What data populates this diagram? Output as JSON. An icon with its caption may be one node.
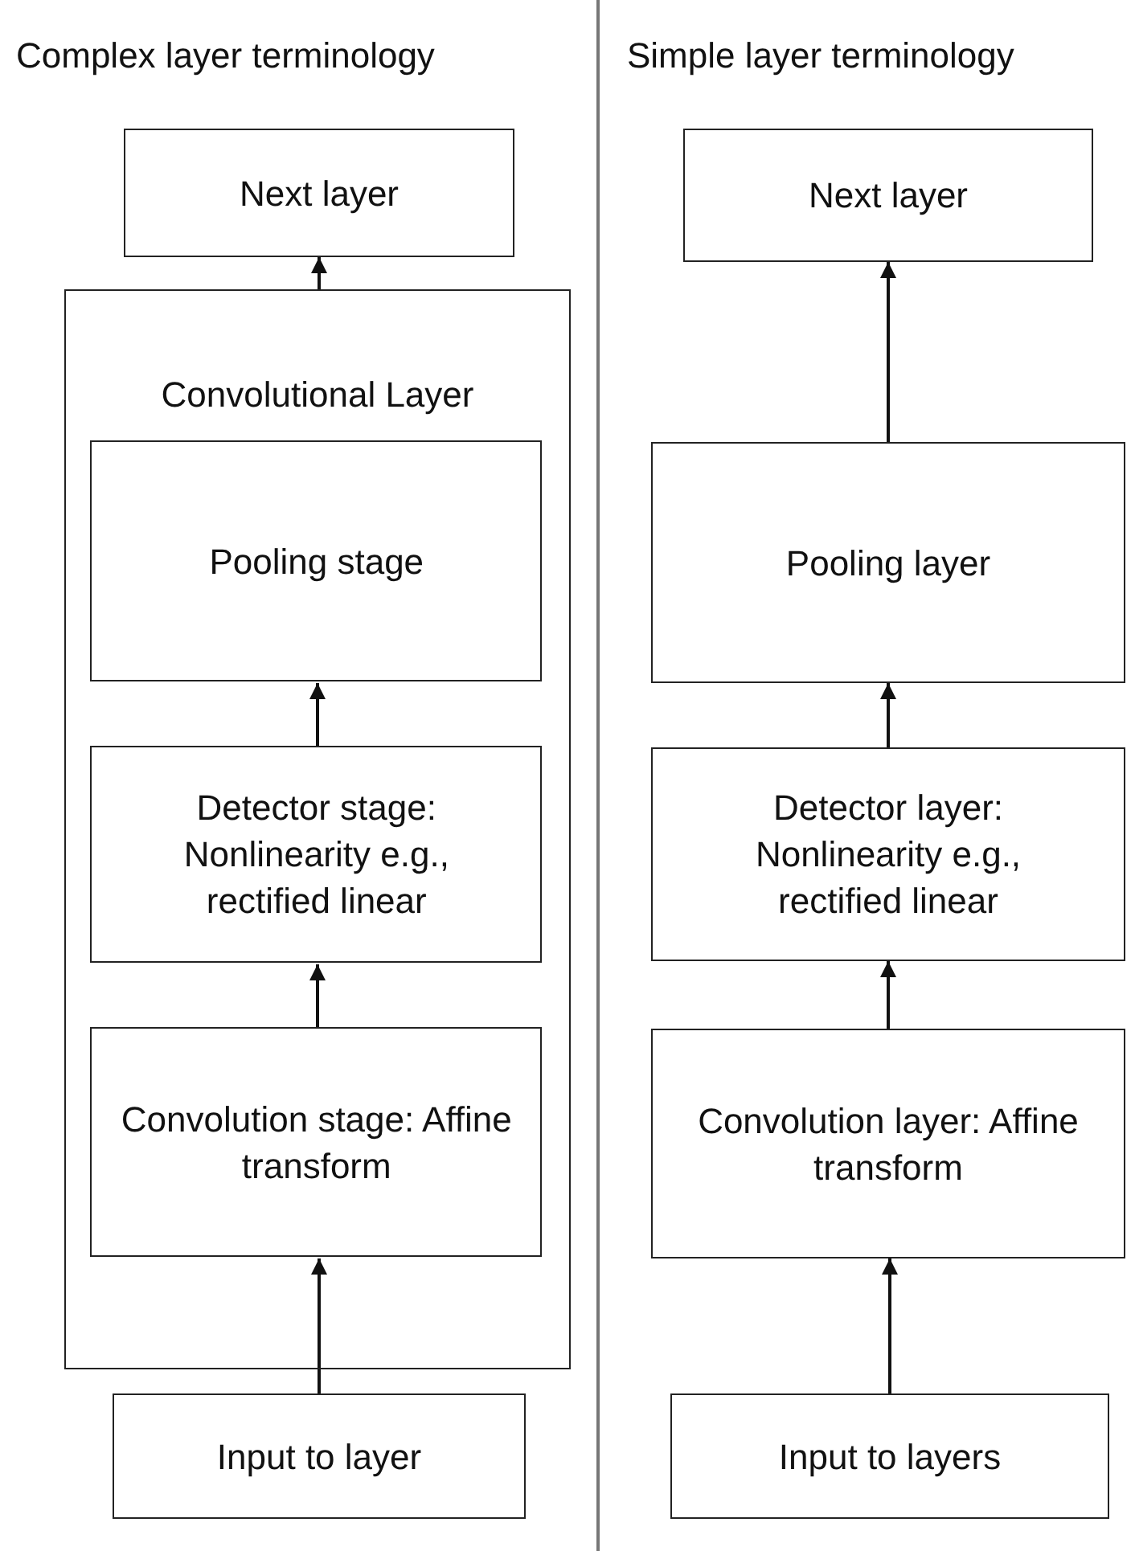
{
  "diagram": {
    "nodes": [
      {
        "text": [
          "Next layer"
        ]
      },
      {
        "text": [
          "Convolutional Layer"
        ]
      },
      {
        "text": [
          "Pooling stage"
        ],
        "in": 1
      },
      {
        "text": [
          "Detector stage: Nonlinearity e.g., rectified linear"
        ],
        "in": 1
      },
      {
        "text": [
          "Convolution stage: Affine transform"
        ],
        "in": 1
      },
      {
        "text": [
          "Input to layer"
        ]
      },
      {
        "text": [
          "Next layer"
        ]
      },
      {
        "text": [
          "Pooling layer"
        ]
      },
      {
        "text": [
          "Detector layer: Nonlinearity e.g., rectified linear"
        ]
      },
      {
        "text": [
          "Convolution layer: Affine transform"
        ]
      },
      {
        "text": [
          "Input to layers"
        ]
      }
    ],
    "edges": [
      {
        "from": 5,
        "to": 4,
        "arrow": "to"
      },
      {
        "from": 4,
        "to": 3,
        "arrow": "to"
      },
      {
        "from": 3,
        "to": 2,
        "arrow": "to"
      },
      {
        "from": 1,
        "to": 0,
        "arrow": "to"
      },
      {
        "from": 10,
        "to": 9,
        "arrow": "to"
      },
      {
        "from": 9,
        "to": 8,
        "arrow": "to"
      },
      {
        "from": 8,
        "to": 7,
        "arrow": "to"
      },
      {
        "from": 7,
        "to": 6,
        "arrow": "to"
      }
    ],
    "labels": [
      "Complex layer terminology",
      "Simple layer terminology"
    ]
  }
}
